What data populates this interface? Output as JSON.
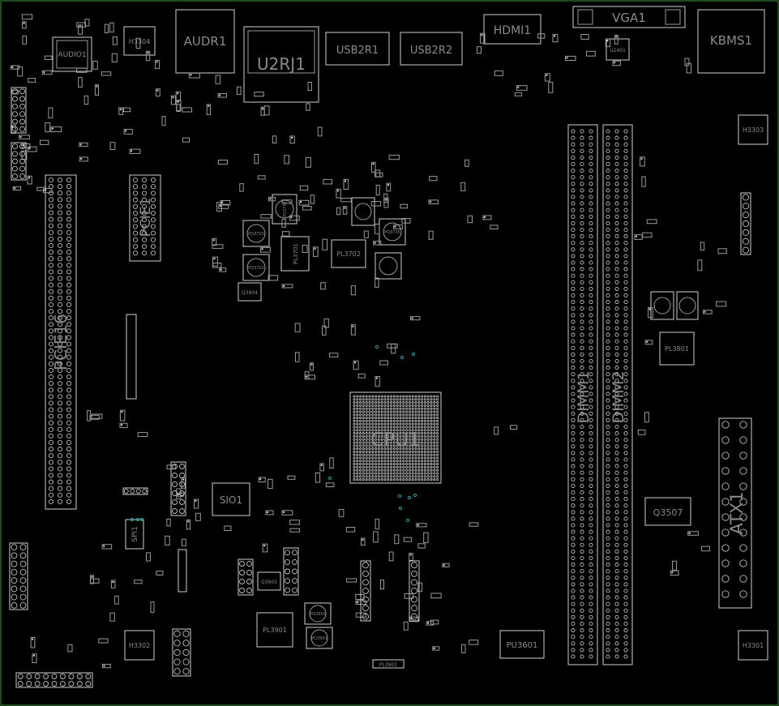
{
  "board": {
    "edge_color": "#2e7d32",
    "outline_color": "#cfcfcf",
    "label_color": "#8a8a8a",
    "via_color": "#1aa7a7",
    "background": "#000000"
  },
  "labels": {
    "audio1": "AUDIO1",
    "h3304": "H3304",
    "audr1": "AUDR1",
    "u2rj1": "U2RJ1",
    "usb2r1": "USB2R1",
    "usb2r2": "USB2R2",
    "hdmi1": "HDMI1",
    "vga1": "VGA1",
    "u2401": "U2401",
    "kbms1": "KBMS1",
    "h3303": "H3303",
    "pcie16": "PCIE16",
    "pcie1": "PCIE1",
    "pl3701": "PL3701",
    "pl3702": "PL3702",
    "pq3703": "PQ3703",
    "pq3701": "PQ3701",
    "pq3702": "PQ3702",
    "pq3705": "PQ3705",
    "q3904": "Q3904",
    "cpu1": "CPU1",
    "dimm1": "DIMM1",
    "dimm2": "DIMM2",
    "pl3801": "PL3801",
    "q3507": "Q3507",
    "atx1": "ATX1",
    "sio1": "SIO1",
    "spi1": "SPI1",
    "pl3901": "PL3901",
    "pq3902": "PQ3902",
    "pq3901": "PQ3901",
    "q3903": "Q3903",
    "pl3902": "PL3902",
    "pu3601": "PU3601",
    "h3302": "H3302",
    "h3301": "H3301"
  }
}
